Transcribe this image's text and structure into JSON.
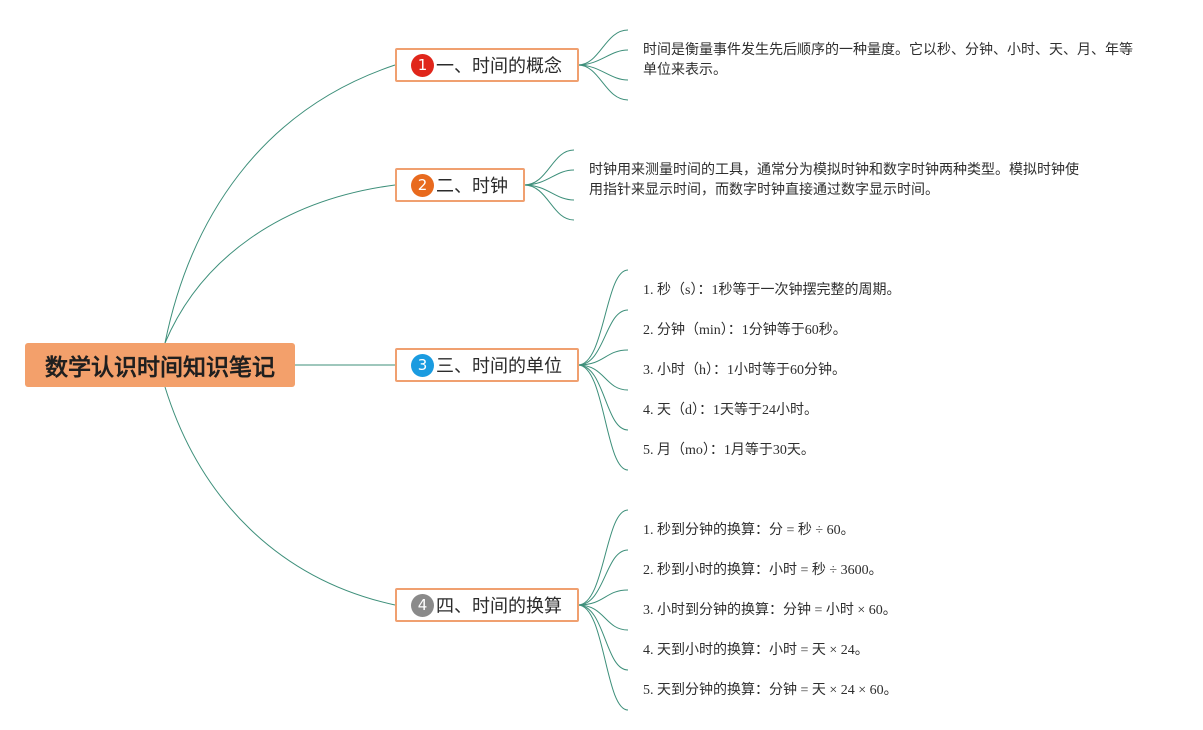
{
  "root": {
    "title": "数学认识时间知识笔记",
    "color": "#f3a06b"
  },
  "line_color": "#3d8f7a",
  "topics": [
    {
      "id": 1,
      "badge": "1",
      "badge_color": "#e0261b",
      "title": "一、时间的概念",
      "notes": [
        "时间是衡量事件发生先后顺序的一种量度。它以秒、分钟、小时、天、月、年等单位来表示。"
      ]
    },
    {
      "id": 2,
      "badge": "2",
      "badge_color": "#e86a1e",
      "title": "二、时钟",
      "notes": [
        "时钟用来测量时间的工具，通常分为模拟时钟和数字时钟两种类型。模拟时钟使用指针来显示时间，而数字时钟直接通过数字显示时间。"
      ]
    },
    {
      "id": 3,
      "badge": "3",
      "badge_color": "#1a9be0",
      "title": "三、时间的单位",
      "notes": [
        "1. 秒（s）：1秒等于一次钟摆完整的周期。",
        "2. 分钟（min）：1分钟等于60秒。",
        "3. 小时（h）：1小时等于60分钟。",
        "4. 天（d）：1天等于24小时。",
        "5. 月（mo）：1月等于30天。"
      ]
    },
    {
      "id": 4,
      "badge": "4",
      "badge_color": "#8a8a8a",
      "title": "四、时间的换算",
      "notes": [
        "1. 秒到分钟的换算：分 = 秒 ÷ 60。",
        "2. 秒到小时的换算：小时 = 秒 ÷ 3600。",
        "3. 小时到分钟的换算：分钟 = 小时 × 60。",
        "4. 天到小时的换算：小时 = 天 × 24。",
        "5. 天到分钟的换算：分钟 = 天 × 24 × 60。"
      ]
    }
  ]
}
